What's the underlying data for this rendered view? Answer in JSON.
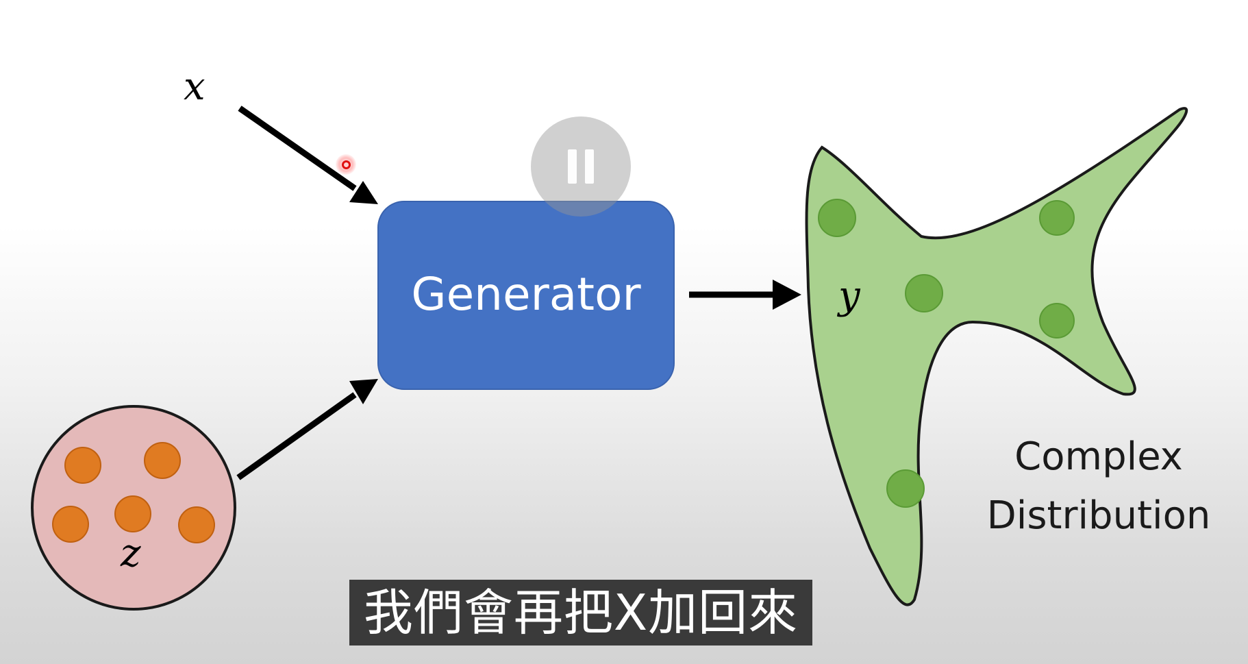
{
  "diagram": {
    "input_x_label": "x",
    "noise_z_label": "z",
    "output_y_label": "y",
    "generator_label": "Generator",
    "distribution_label_line1": "Complex",
    "distribution_label_line2": "Distribution"
  },
  "subtitle": {
    "text": "我們會再把X加回來"
  },
  "player": {
    "pause_icon": "pause-icon",
    "pointer_icon": "laser-pointer-icon"
  },
  "colors": {
    "generator_fill": "#4472c4",
    "distribution_fill": "#a9d18e",
    "distribution_dot": "#70ad47",
    "noise_fill": "#e4b9b9",
    "noise_dot": "#e07b22",
    "subtitle_bg": "#3a3a3a"
  }
}
